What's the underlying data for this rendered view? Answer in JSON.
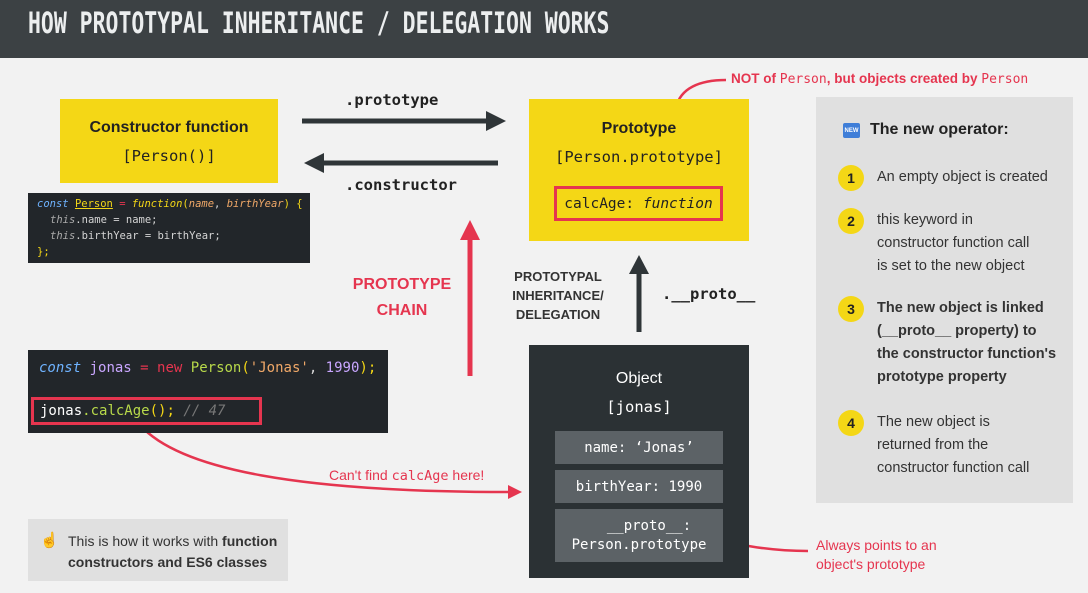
{
  "title": "HOW PROTOTYPAL INHERITANCE / DELEGATION WORKS",
  "constructor_box": {
    "label": "Constructor function",
    "name": "[Person()]"
  },
  "prototype_box": {
    "label": "Prototype",
    "name": "[Person.prototype]",
    "method": "calcAge: function",
    "method_key": "calcAge:",
    "method_value": "function"
  },
  "object_box": {
    "label": "Object",
    "name": "[jonas]",
    "props": [
      "name: ‘Jonas’",
      "birthYear: 1990"
    ],
    "proto_line1": "__proto__:",
    "proto_line2": "Person.prototype"
  },
  "arrows": {
    "prototype": ".prototype",
    "constructor": ".constructor",
    "proto": ".__proto__"
  },
  "labels": {
    "prototype_chain_1": "PROTOTYPE",
    "prototype_chain_2": "CHAIN",
    "inheritance_1": "PROTOTYPAL",
    "inheritance_2": "INHERITANCE/",
    "inheritance_3": "DELEGATION",
    "not_of_1": "NOT of ",
    "not_of_2": "Person",
    "not_of_3": ", but objects created by ",
    "not_of_4": "Person",
    "cant_find_1": "Can't find ",
    "cant_find_2": "calcAge",
    "cant_find_3": " here!",
    "always_points_1": "Always points to an",
    "always_points_2": "object's prototype"
  },
  "code_person": {
    "l1_kw": "const",
    "l1_name": "Person",
    "l1_eq": " = ",
    "l1_fn": "function",
    "l1_p1": "(",
    "l1_a1": "name",
    "l1_c": ", ",
    "l1_a2": "birthYear",
    "l1_p2": ") {",
    "l2_this": "this",
    "l2_rest": ".name = name;",
    "l3_this": "this",
    "l3_rest": ".birthYear = birthYear;",
    "l4": "};"
  },
  "code_jonas": {
    "l1_kw": "const",
    "l1_var": "jonas",
    "l1_eq": " = ",
    "l1_new": "new",
    "l1_cls": "Person",
    "l1_p1": "(",
    "l1_str": "'Jonas'",
    "l1_c": ", ",
    "l1_num": "1990",
    "l1_p2": ");",
    "l2_var": "jonas",
    "l2_method": ".calcAge",
    "l2_parens": "();",
    "l2_comment": "// 47"
  },
  "new_operator": {
    "badge": "NEW",
    "heading": "The new operator:",
    "steps": [
      {
        "num": "1",
        "lines": [
          "An empty object is created"
        ]
      },
      {
        "num": "2",
        "lines": [
          "this keyword in",
          "constructor function call",
          "is set to the new object"
        ]
      },
      {
        "num": "3",
        "lines": [
          "The new object is linked",
          "(__proto__ property) to",
          "the constructor function's",
          "prototype property"
        ]
      },
      {
        "num": "4",
        "lines": [
          "The new object is",
          "returned from the",
          "constructor function call"
        ]
      }
    ]
  },
  "note": {
    "icon": "pointing-hand-icon",
    "line1_a": "This is how it works with ",
    "line1_b": "function",
    "line2": "constructors and ES6 classes"
  },
  "colors": {
    "yellow": "#f4d716",
    "red": "#e5354f",
    "dark": "#2b3134",
    "header": "#3c4144"
  }
}
